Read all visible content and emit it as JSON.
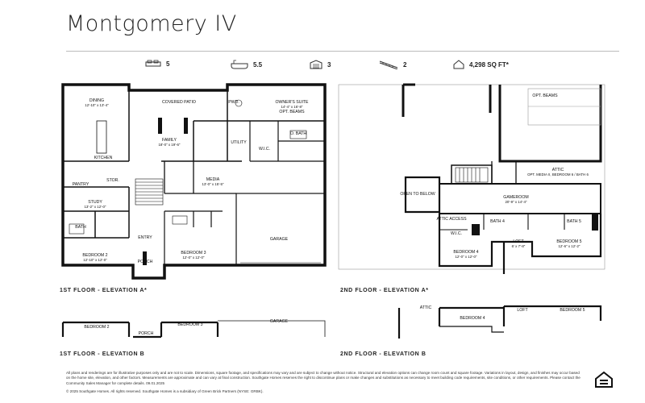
{
  "title": "Montgomery IV",
  "stats": [
    {
      "icon": "bed-icon",
      "value": "5"
    },
    {
      "icon": "bathtub-icon",
      "value": "5.5"
    },
    {
      "icon": "garage-icon",
      "value": "3"
    },
    {
      "icon": "stairs-icon",
      "value": "2"
    },
    {
      "icon": "house-icon",
      "value": "4,298 SQ FT*"
    }
  ],
  "first_floor": {
    "caption": "1ST FLOOR - ELEVATION A*",
    "rooms": [
      {
        "name": "DINING",
        "dims": "12'-10\" x 13'-4\""
      },
      {
        "name": "COVERED PATIO",
        "dims": ""
      },
      {
        "name": "PWD.",
        "dims": ""
      },
      {
        "name": "OWNER'S SUITE",
        "dims": "14'-4\" x 16'-8\""
      },
      {
        "name": "OPT. BEAMS",
        "dims": ""
      },
      {
        "name": "KITCHEN",
        "dims": ""
      },
      {
        "name": "FAMILY",
        "dims": "18'-0\" x 19'-6\""
      },
      {
        "name": "UTILITY",
        "dims": ""
      },
      {
        "name": "O. BATH",
        "dims": ""
      },
      {
        "name": "W.I.C.",
        "dims": ""
      },
      {
        "name": "STOR.",
        "dims": ""
      },
      {
        "name": "PANTRY",
        "dims": ""
      },
      {
        "name": "MEDIA",
        "dims": "13'-0\" x 15'-5\""
      },
      {
        "name": "STUDY",
        "dims": "13'-2\" x 12'-0\""
      },
      {
        "name": "BATH",
        "dims": ""
      },
      {
        "name": "ENTRY",
        "dims": ""
      },
      {
        "name": "BEDROOM 2",
        "dims": "12'-10\" x 12'-0\""
      },
      {
        "name": "BEDROOM 3",
        "dims": "12'-0\" x 12'-0\""
      },
      {
        "name": "PORCH",
        "dims": ""
      },
      {
        "name": "GARAGE",
        "dims": ""
      }
    ]
  },
  "second_floor": {
    "caption": "2ND FLOOR - ELEVATION A*",
    "rooms": [
      {
        "name": "OPT. BEAMS",
        "dims": ""
      },
      {
        "name": "ATTIC",
        "dims": "OPT. MEDIA II, BEDROOM 6 / BATH 6"
      },
      {
        "name": "GAMEROOM",
        "dims": "20'-9\" x 14'-4\""
      },
      {
        "name": "OPEN TO BELOW",
        "dims": ""
      },
      {
        "name": "ATTIC ACCESS",
        "dims": ""
      },
      {
        "name": "BATH 4",
        "dims": ""
      },
      {
        "name": "BATH 5",
        "dims": ""
      },
      {
        "name": "W.I.C.",
        "dims": ""
      },
      {
        "name": "LOFT",
        "dims": "6' x 7'-8\""
      },
      {
        "name": "BEDROOM 4",
        "dims": "12'-0\" x 12'-0\""
      },
      {
        "name": "BEDROOM 5",
        "dims": "12'-6\" x 12'-2\""
      }
    ]
  },
  "elev_b_first": {
    "caption": "1ST FLOOR - ELEVATION B",
    "labels": [
      "BEDROOM 2",
      "BEDROOM 3",
      "PORCH",
      "GARAGE"
    ]
  },
  "elev_b_second": {
    "caption": "2ND FLOOR - ELEVATION B",
    "labels": [
      "ATTIC",
      "BEDROOM 4",
      "LOFT",
      "BEDROOM 5"
    ]
  },
  "disclaimer": "All plans and renderings are for illustrative purposes only and are not to scale. Dimensions, square footage, and specifications may vary and are subject to change without notice. Structural and elevation options can change room count and square footage. Variations in layout, design, and finishes may occur based on the home site, elevation, and other factors. Measurements are approximate and can vary at final construction. Southgate Homes reserves the right to discontinue plans or make changes and substitutions as necessary to meet building code requirements, site conditions, or other requirements. Please contact the Community Sales Manager for complete details. 09.01.2025",
  "copyright": "© 2025 Southgate Homes. All rights reserved. Southgate Homes is a subsidiary of Green Brick Partners (NYSE: GRBK).",
  "eho_icon": "equal-housing-opportunity-icon"
}
